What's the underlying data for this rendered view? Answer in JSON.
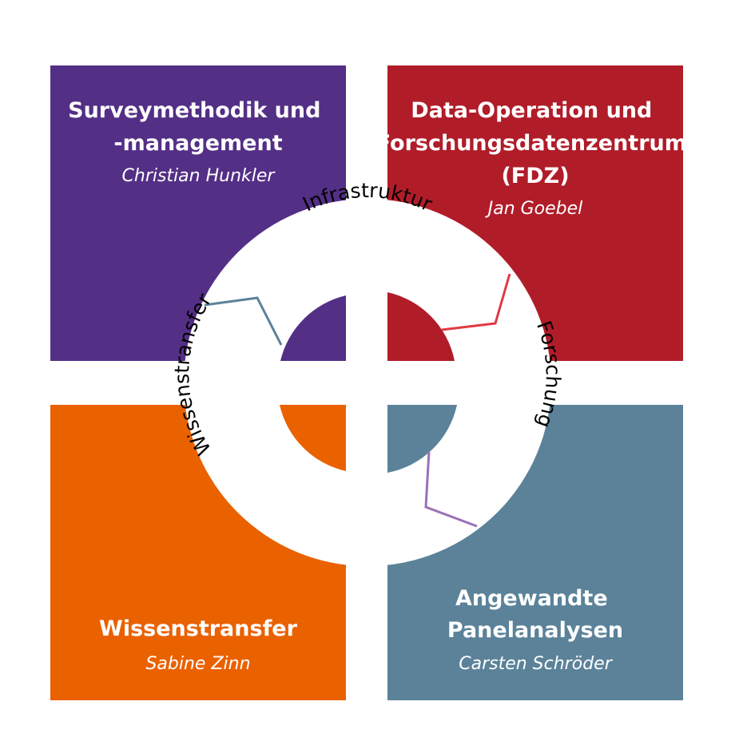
{
  "quadrants": {
    "top_left": {
      "title_lines": [
        "Surveymethodik und",
        "-management"
      ],
      "person": "Christian Hunkler",
      "color": "#532f86"
    },
    "top_right": {
      "title_lines": [
        "Data-Operation und",
        "Forschungsdatenzentrum",
        "(FDZ)"
      ],
      "person": "Jan Goebel",
      "color": "#b11c29"
    },
    "bottom_left": {
      "title_lines": [
        "Wissenstransfer"
      ],
      "person": "Sabine Zinn",
      "color": "#ea6100"
    },
    "bottom_right": {
      "title_lines": [
        "Angewandte",
        "Panelanalysen"
      ],
      "person": "Carsten Schröder",
      "color": "#5b8299"
    }
  },
  "ring": {
    "top_label": "Infrastruktur",
    "right_label": "Forschung",
    "left_label": "Wissenstransfer"
  },
  "connectors": {
    "top_left_color": "#5b8299",
    "top_right_color": "#e03a45",
    "bottom_right_color": "#9a71b7"
  }
}
